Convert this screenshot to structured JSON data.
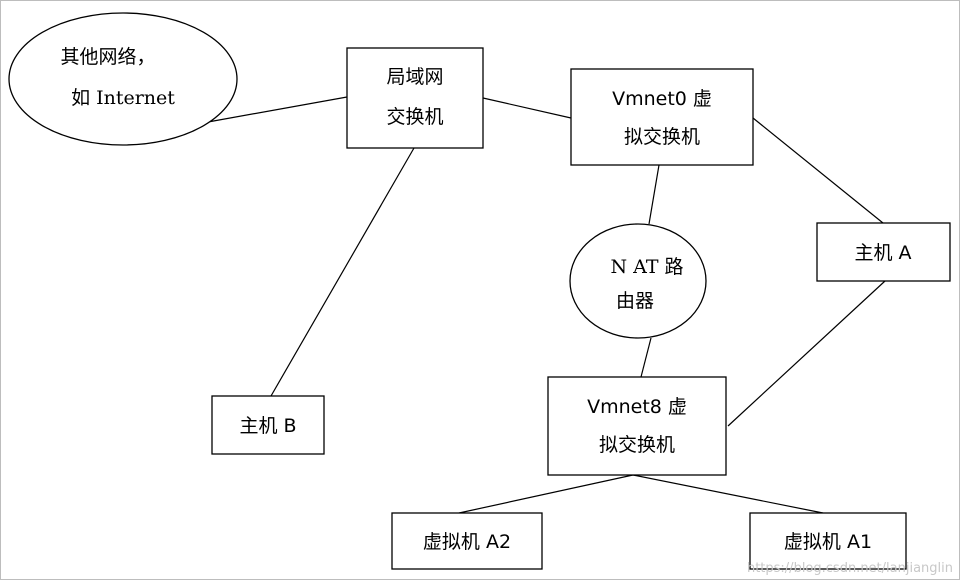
{
  "nodes": {
    "other_networks": {
      "line1": "其他网络，",
      "line2": "如 Internet"
    },
    "lan_switch": {
      "line1": "局域网",
      "line2": "交换机"
    },
    "vmnet0": {
      "line1": "Vmnet0 虚",
      "line2": "拟交换机"
    },
    "host_a": {
      "line1": "主机 A"
    },
    "nat_router": {
      "line1": "N AT 路",
      "line2": "由器"
    },
    "host_b": {
      "line1": "主机 B"
    },
    "vmnet8": {
      "line1": "Vmnet8 虚",
      "line2": "拟交换机"
    },
    "vm_a2": {
      "line1": "虚拟机 A2"
    },
    "vm_a1": {
      "line1": "虚拟机 A1"
    }
  },
  "watermark": "https://blog.csdn.net/lanjianglin"
}
